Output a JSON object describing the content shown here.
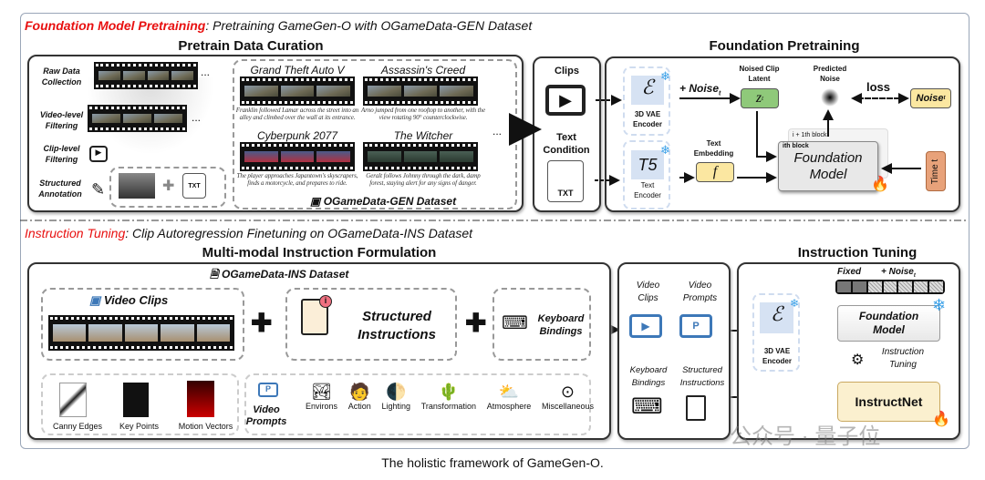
{
  "top": {
    "section_title_red": "Foundation Model Pretraining",
    "section_title_rest": ": Pretraining GameGen-O with OGameData-GEN Dataset",
    "curation": {
      "title": "Pretrain Data Curation",
      "steps": [
        "Raw Data Collection",
        "Video-level Filtering",
        "Clip-level Filtering",
        "Structured Annotation"
      ],
      "ellipsis": "...",
      "txt": "TXT"
    },
    "dataset": {
      "name": "OGameData-GEN Dataset",
      "games": [
        {
          "title": "Grand Theft Auto V",
          "caption": "Franklin followed Lamar across the street into an alley and climbed over the wall at its entrance."
        },
        {
          "title": "Assassin's Creed",
          "caption": "Arno jumped from one rooftop to another, with the view rotating 90° counterclockwise."
        },
        {
          "title": "Cyberpunk 2077",
          "caption": "The player approaches Japantown's skyscrapers, finds a motorcycle, and prepares to ride."
        },
        {
          "title": "The Witcher",
          "caption": "Geralt follows Johnny through the dark, damp forest, staying alert for any signs of danger."
        }
      ],
      "more": "..."
    },
    "inputs": {
      "clips": "Clips",
      "text_condition": "Text Condition",
      "txt": "TXT"
    },
    "pretraining": {
      "title": "Foundation Pretraining",
      "vae_symbol": "ℰ",
      "vae_label": "3D VAE Encoder",
      "t5_symbol": "T5",
      "t5_label": "Text Encoder",
      "noise_add": "+ Noise",
      "noise_sub": "t",
      "noised_latent": "Noised Clip Latent",
      "z": "z",
      "z_sub": "t",
      "text_embedding": "Text Embedding",
      "f": "f",
      "predicted_noise": "Predicted Noise",
      "loss": "loss",
      "noise_target": "Noise",
      "noise_target_sub": "t",
      "block_next": "i + 1th block",
      "block": "ith block",
      "foundation_model": "Foundation Model",
      "time": "Time t"
    }
  },
  "bottom": {
    "section_title_red": "Instruction Tuning",
    "section_title_rest": ": Clip Autoregression Finetuning on OGameData-INS Dataset",
    "formulation": {
      "title": "Multi-modal Instruction Formulation",
      "dataset": "OGameData-INS Dataset",
      "video_clips": "Video Clips",
      "structured_instructions": "Structured Instructions",
      "keyboard_bindings": "Keyboard Bindings",
      "modalities": [
        "Canny Edges",
        "Key Points",
        "Motion Vectors"
      ],
      "video_prompts": "Video Prompts",
      "instruction_types": [
        "Environs",
        "Action",
        "Lighting",
        "Transformation",
        "Atmosphere",
        "Miscellaneous"
      ]
    },
    "inputs": {
      "video_clips": "Video Clips",
      "video_prompts": "Video Prompts",
      "keyboard_bindings": "Keyboard Bindings",
      "structured_instructions": "Structured Instructions",
      "p": "P"
    },
    "tuning": {
      "title": "Instruction Tuning",
      "fixed": "Fixed",
      "noise": "+ Noise",
      "noise_sub": "t",
      "vae_symbol": "ℰ",
      "vae_label": "3D VAE Encoder",
      "foundation_model": "Foundation Model",
      "instruction_tuning": "Instruction Tuning",
      "instructnet": "InstructNet"
    }
  },
  "watermark": "公众号 · 量子位",
  "caption": "The holistic framework of GameGen-O.",
  "colors": {
    "accent_red": "#e81010",
    "vae_blue": "#d6e2f3",
    "latent_green": "#8fc97a",
    "embed_yellow": "#fbe7a1",
    "time_orange": "#e8a27a",
    "icon_blue": "#3d78b8"
  }
}
